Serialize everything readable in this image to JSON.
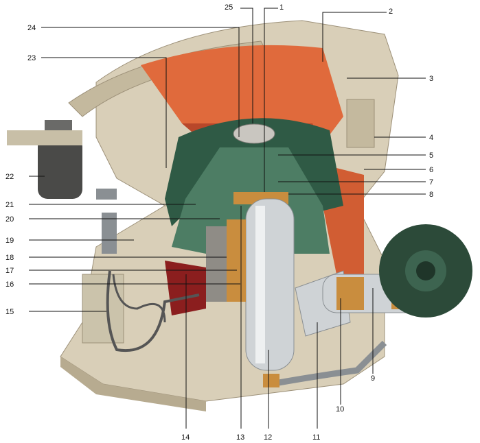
{
  "diagram": {
    "callouts": [
      {
        "id": "1",
        "text": "1"
      },
      {
        "id": "2",
        "text": "2"
      },
      {
        "id": "3",
        "text": "3"
      },
      {
        "id": "4",
        "text": "4"
      },
      {
        "id": "5",
        "text": "5"
      },
      {
        "id": "6",
        "text": "6"
      },
      {
        "id": "7",
        "text": "7"
      },
      {
        "id": "8",
        "text": "8"
      },
      {
        "id": "9",
        "text": "9"
      },
      {
        "id": "10",
        "text": "10"
      },
      {
        "id": "11",
        "text": "11"
      },
      {
        "id": "12",
        "text": "12"
      },
      {
        "id": "13",
        "text": "13"
      },
      {
        "id": "14",
        "text": "14"
      },
      {
        "id": "15",
        "text": "15"
      },
      {
        "id": "16",
        "text": "16"
      },
      {
        "id": "17",
        "text": "17"
      },
      {
        "id": "18",
        "text": "18"
      },
      {
        "id": "19",
        "text": "19"
      },
      {
        "id": "20",
        "text": "20"
      },
      {
        "id": "21",
        "text": "21"
      },
      {
        "id": "22",
        "text": "22"
      },
      {
        "id": "23",
        "text": "23"
      },
      {
        "id": "24",
        "text": "24"
      },
      {
        "id": "25",
        "text": "25"
      }
    ]
  },
  "colors": {
    "frame": "#d9cfb8",
    "frame_dark": "#b7ab90",
    "liner_orange": "#e06a3c",
    "liner_dark": "#b8472a",
    "mantle_green": "#2f5a45",
    "mantle_light": "#4d7d64",
    "shaft_silver": "#cfd3d6",
    "bronze": "#c98d3e",
    "pulley_green": "#2c4a39",
    "red_seal": "#8b1e1e"
  }
}
